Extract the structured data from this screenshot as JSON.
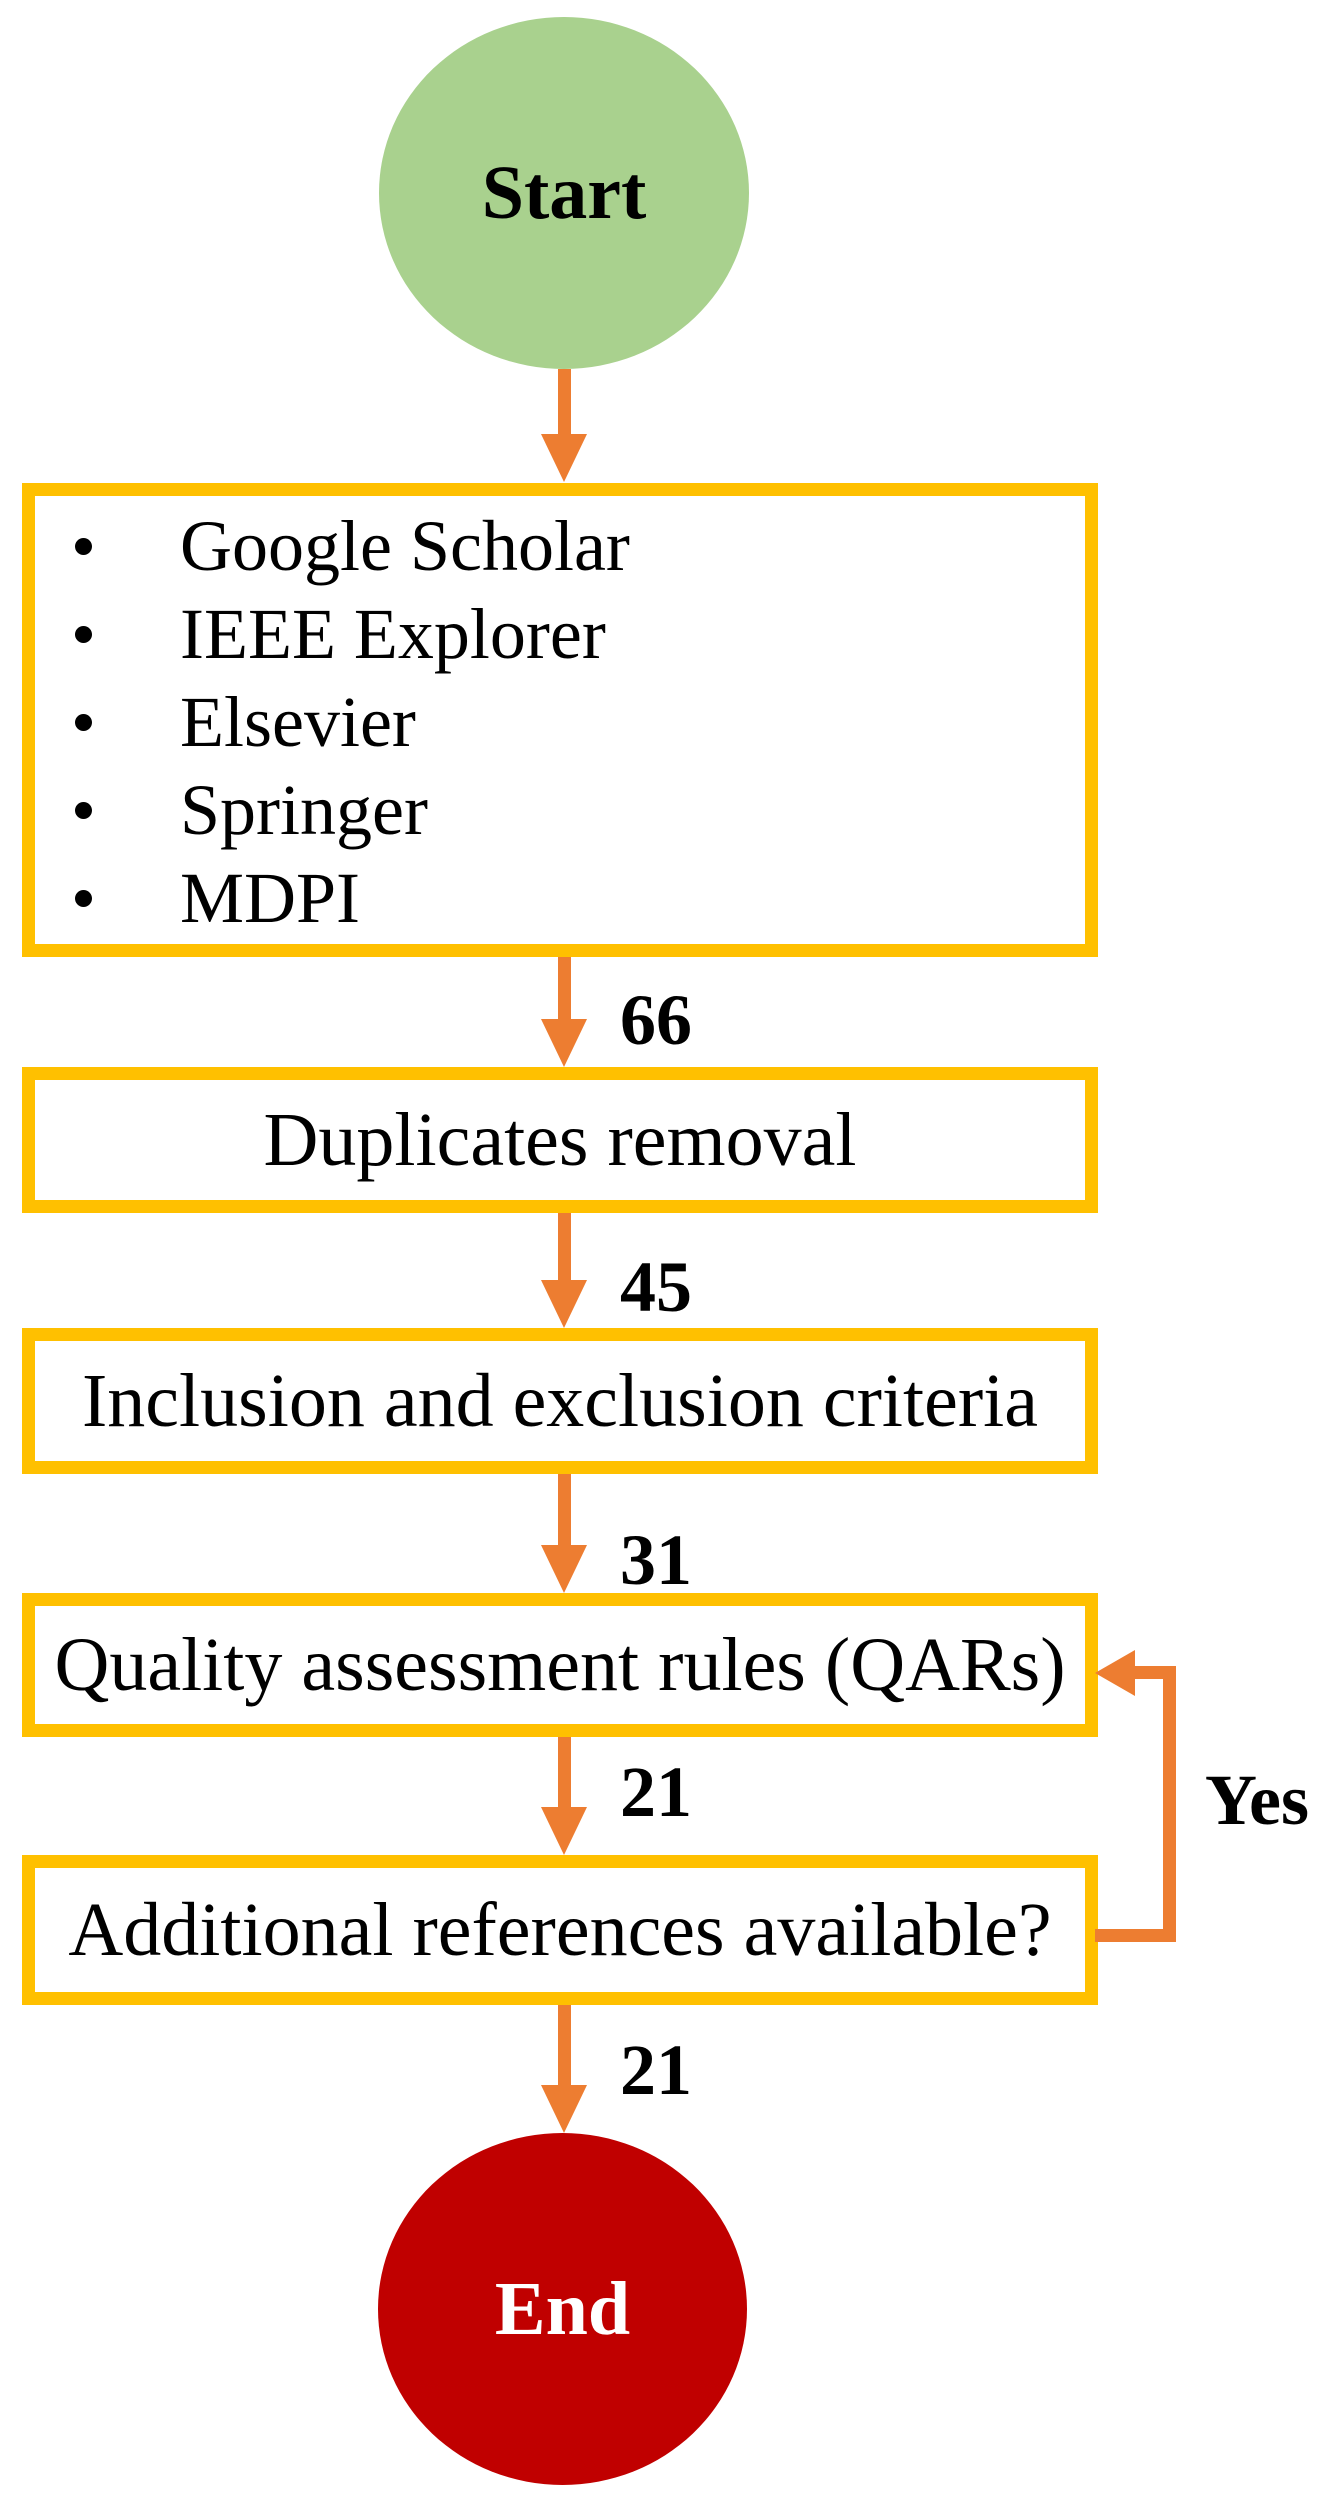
{
  "start": {
    "label": "Start"
  },
  "sources_box": {
    "items": [
      "Google Scholar",
      "IEEE Explorer",
      "Elsevier",
      "Springer",
      "MDPI"
    ]
  },
  "process_boxes": {
    "duplicates": "Duplicates removal",
    "criteria": "Inclusion and exclusion criteria",
    "qars": "Quality assessment rules (QARs)",
    "additional": "Additional references available?"
  },
  "flow_counts": {
    "sources_to_duplicates": "66",
    "duplicates_to_criteria": "45",
    "criteria_to_qars": "31",
    "qars_to_additional": "21",
    "additional_to_end": "21"
  },
  "loop": {
    "label": "Yes"
  },
  "end": {
    "label": "End"
  },
  "colors": {
    "start_fill": "#A9D18E",
    "end_fill": "#C00000",
    "box_border": "#FFC000",
    "arrow": "#ED7D31",
    "text": "#000000"
  }
}
